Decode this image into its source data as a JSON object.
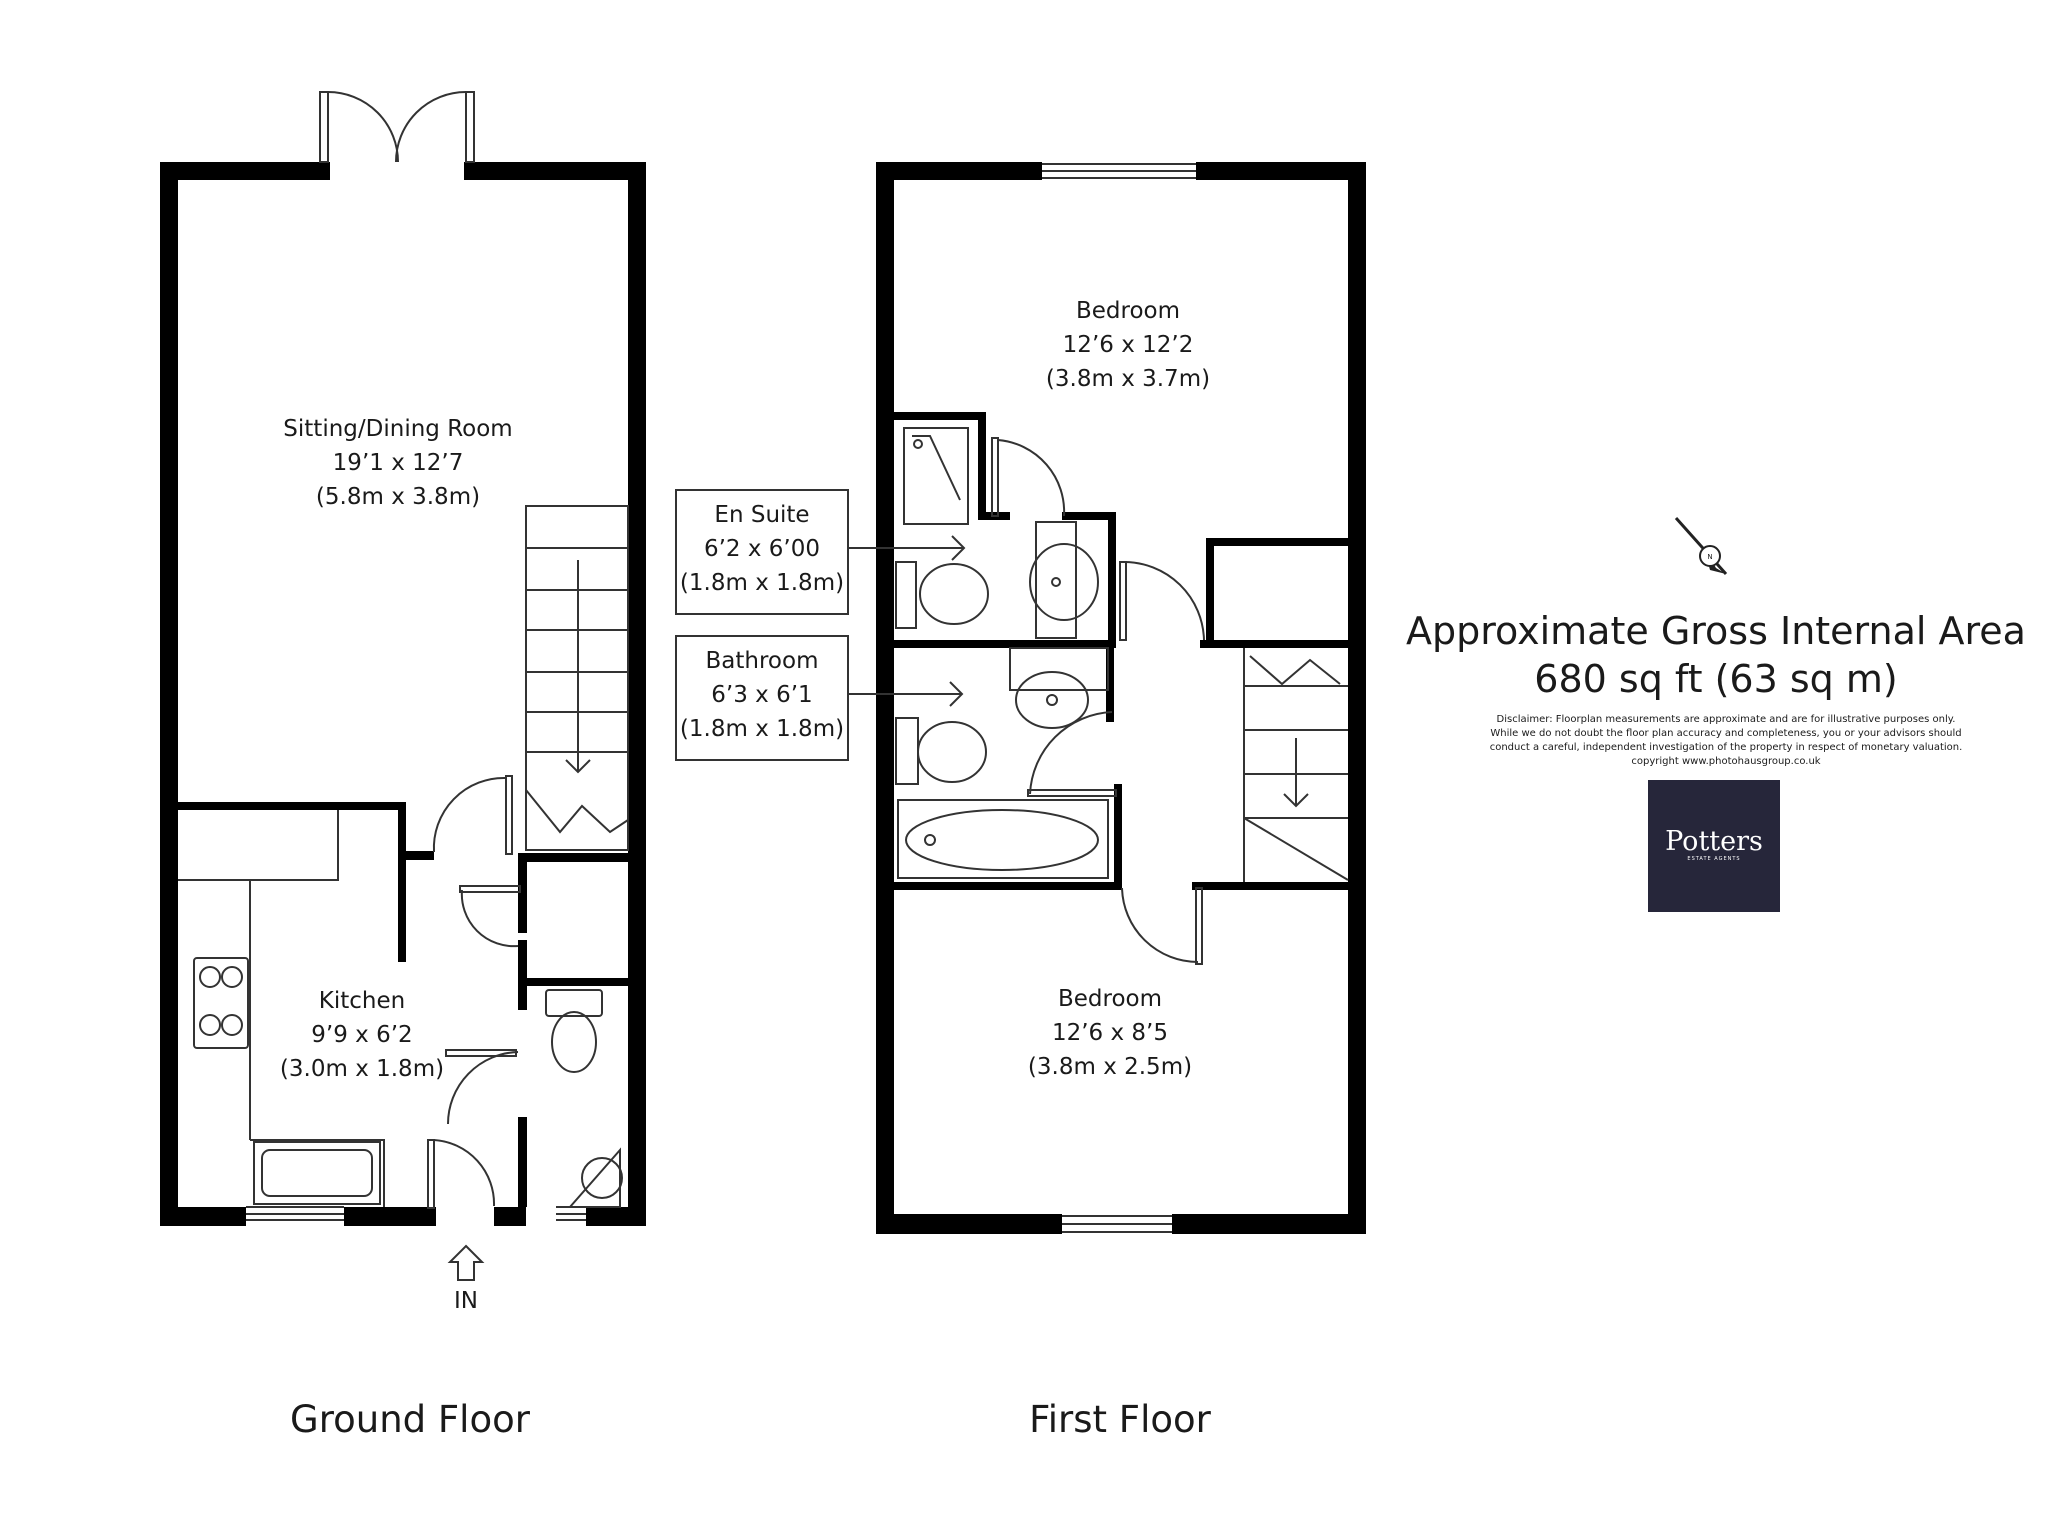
{
  "floors": {
    "ground": {
      "title": "Ground Floor",
      "entrance": "IN",
      "rooms": {
        "sitting": {
          "name": "Sitting/Dining Room",
          "imperial": "19’1 x 12’7",
          "metric": "(5.8m x 3.8m)"
        },
        "kitchen": {
          "name": "Kitchen",
          "imperial": "9’9 x 6’2",
          "metric": "(3.0m x 1.8m)"
        }
      }
    },
    "first": {
      "title": "First Floor",
      "rooms": {
        "bedroom1": {
          "name": "Bedroom",
          "imperial": "12’6 x 12’2",
          "metric": "(3.8m x 3.7m)"
        },
        "bedroom2": {
          "name": "Bedroom",
          "imperial": "12’6 x 8’5",
          "metric": "(3.8m x 2.5m)"
        },
        "ensuite": {
          "name": "En Suite",
          "imperial": "6’2 x 6’00",
          "metric": "(1.8m x 1.8m)"
        },
        "bathroom": {
          "name": "Bathroom",
          "imperial": "6’3 x 6’1",
          "metric": "(1.8m x 1.8m)"
        }
      }
    }
  },
  "area": {
    "title": "Approximate Gross Internal Area",
    "value": "680 sq ft (63 sq m)"
  },
  "compass": {
    "letter": "N"
  },
  "disclaimer": {
    "line1": "Disclaimer: Floorplan measurements are approximate and are for illustrative purposes only.",
    "line2": "While we do not doubt the floor plan accuracy and completeness, you or your advisors should",
    "line3": "conduct a careful, independent investigation of the property in respect of monetary valuation.",
    "line4": "copyright www.photohausgroup.co.uk"
  },
  "logo": {
    "name": "Potters",
    "tagline": "ESTATE AGENTS",
    "background": "#26263a"
  },
  "colors": {
    "wall": "#000000",
    "fixture": "#333333"
  }
}
